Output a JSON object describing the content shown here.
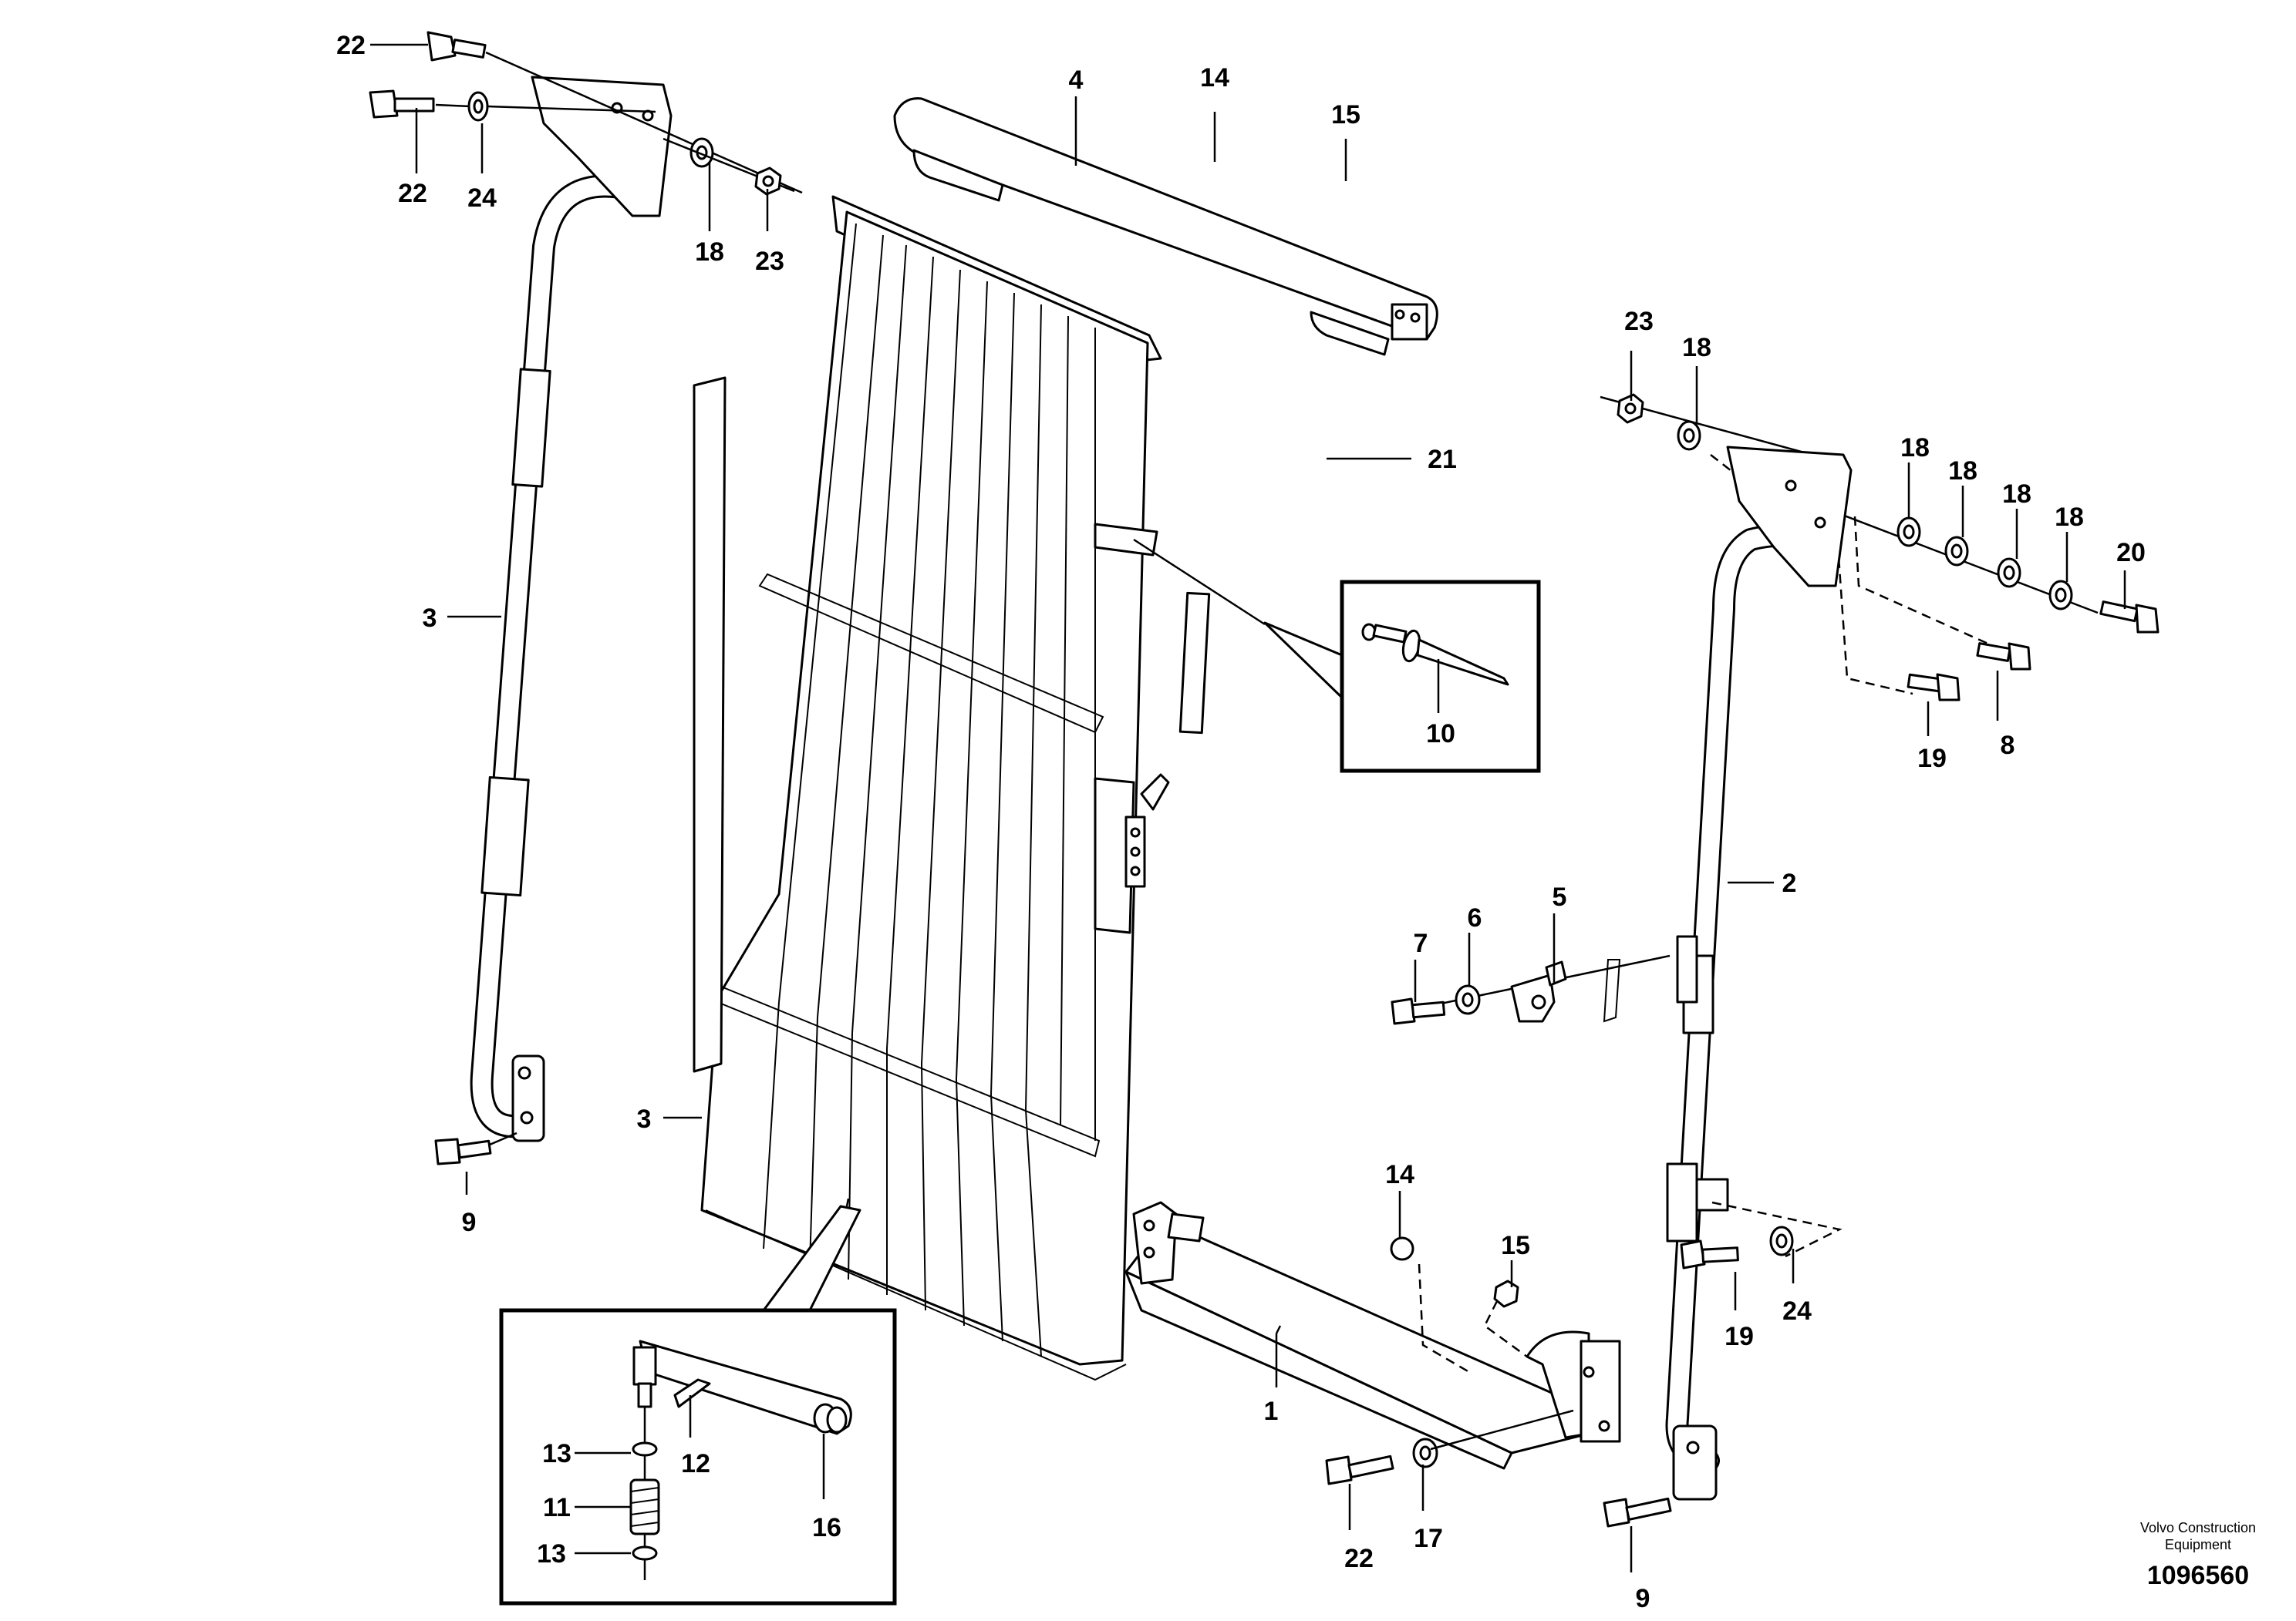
{
  "callouts": {
    "c22a": "22",
    "c22b": "22",
    "c24a": "24",
    "c18a": "18",
    "c23a": "23",
    "c4": "4",
    "c14a": "14",
    "c15a": "15",
    "c21": "21",
    "c23b": "23",
    "c18b": "18",
    "c18c": "18",
    "c18d": "18",
    "c18e": "18",
    "c18f": "18",
    "c20": "20",
    "c19a": "19",
    "c8": "8",
    "c10": "10",
    "c3a": "3",
    "c3b": "3",
    "c2": "2",
    "c7": "7",
    "c6": "6",
    "c5": "5",
    "c9a": "9",
    "c9b": "9",
    "c14b": "14",
    "c15b": "15",
    "c1": "1",
    "c19b": "19",
    "c24b": "24",
    "c22c": "22",
    "c17": "17",
    "c13a": "13",
    "c12": "12",
    "c11": "11",
    "c13b": "13",
    "c16": "16"
  },
  "credit": {
    "line1": "Volvo Construction",
    "line2": "Equipment"
  },
  "document_number": "1096560"
}
